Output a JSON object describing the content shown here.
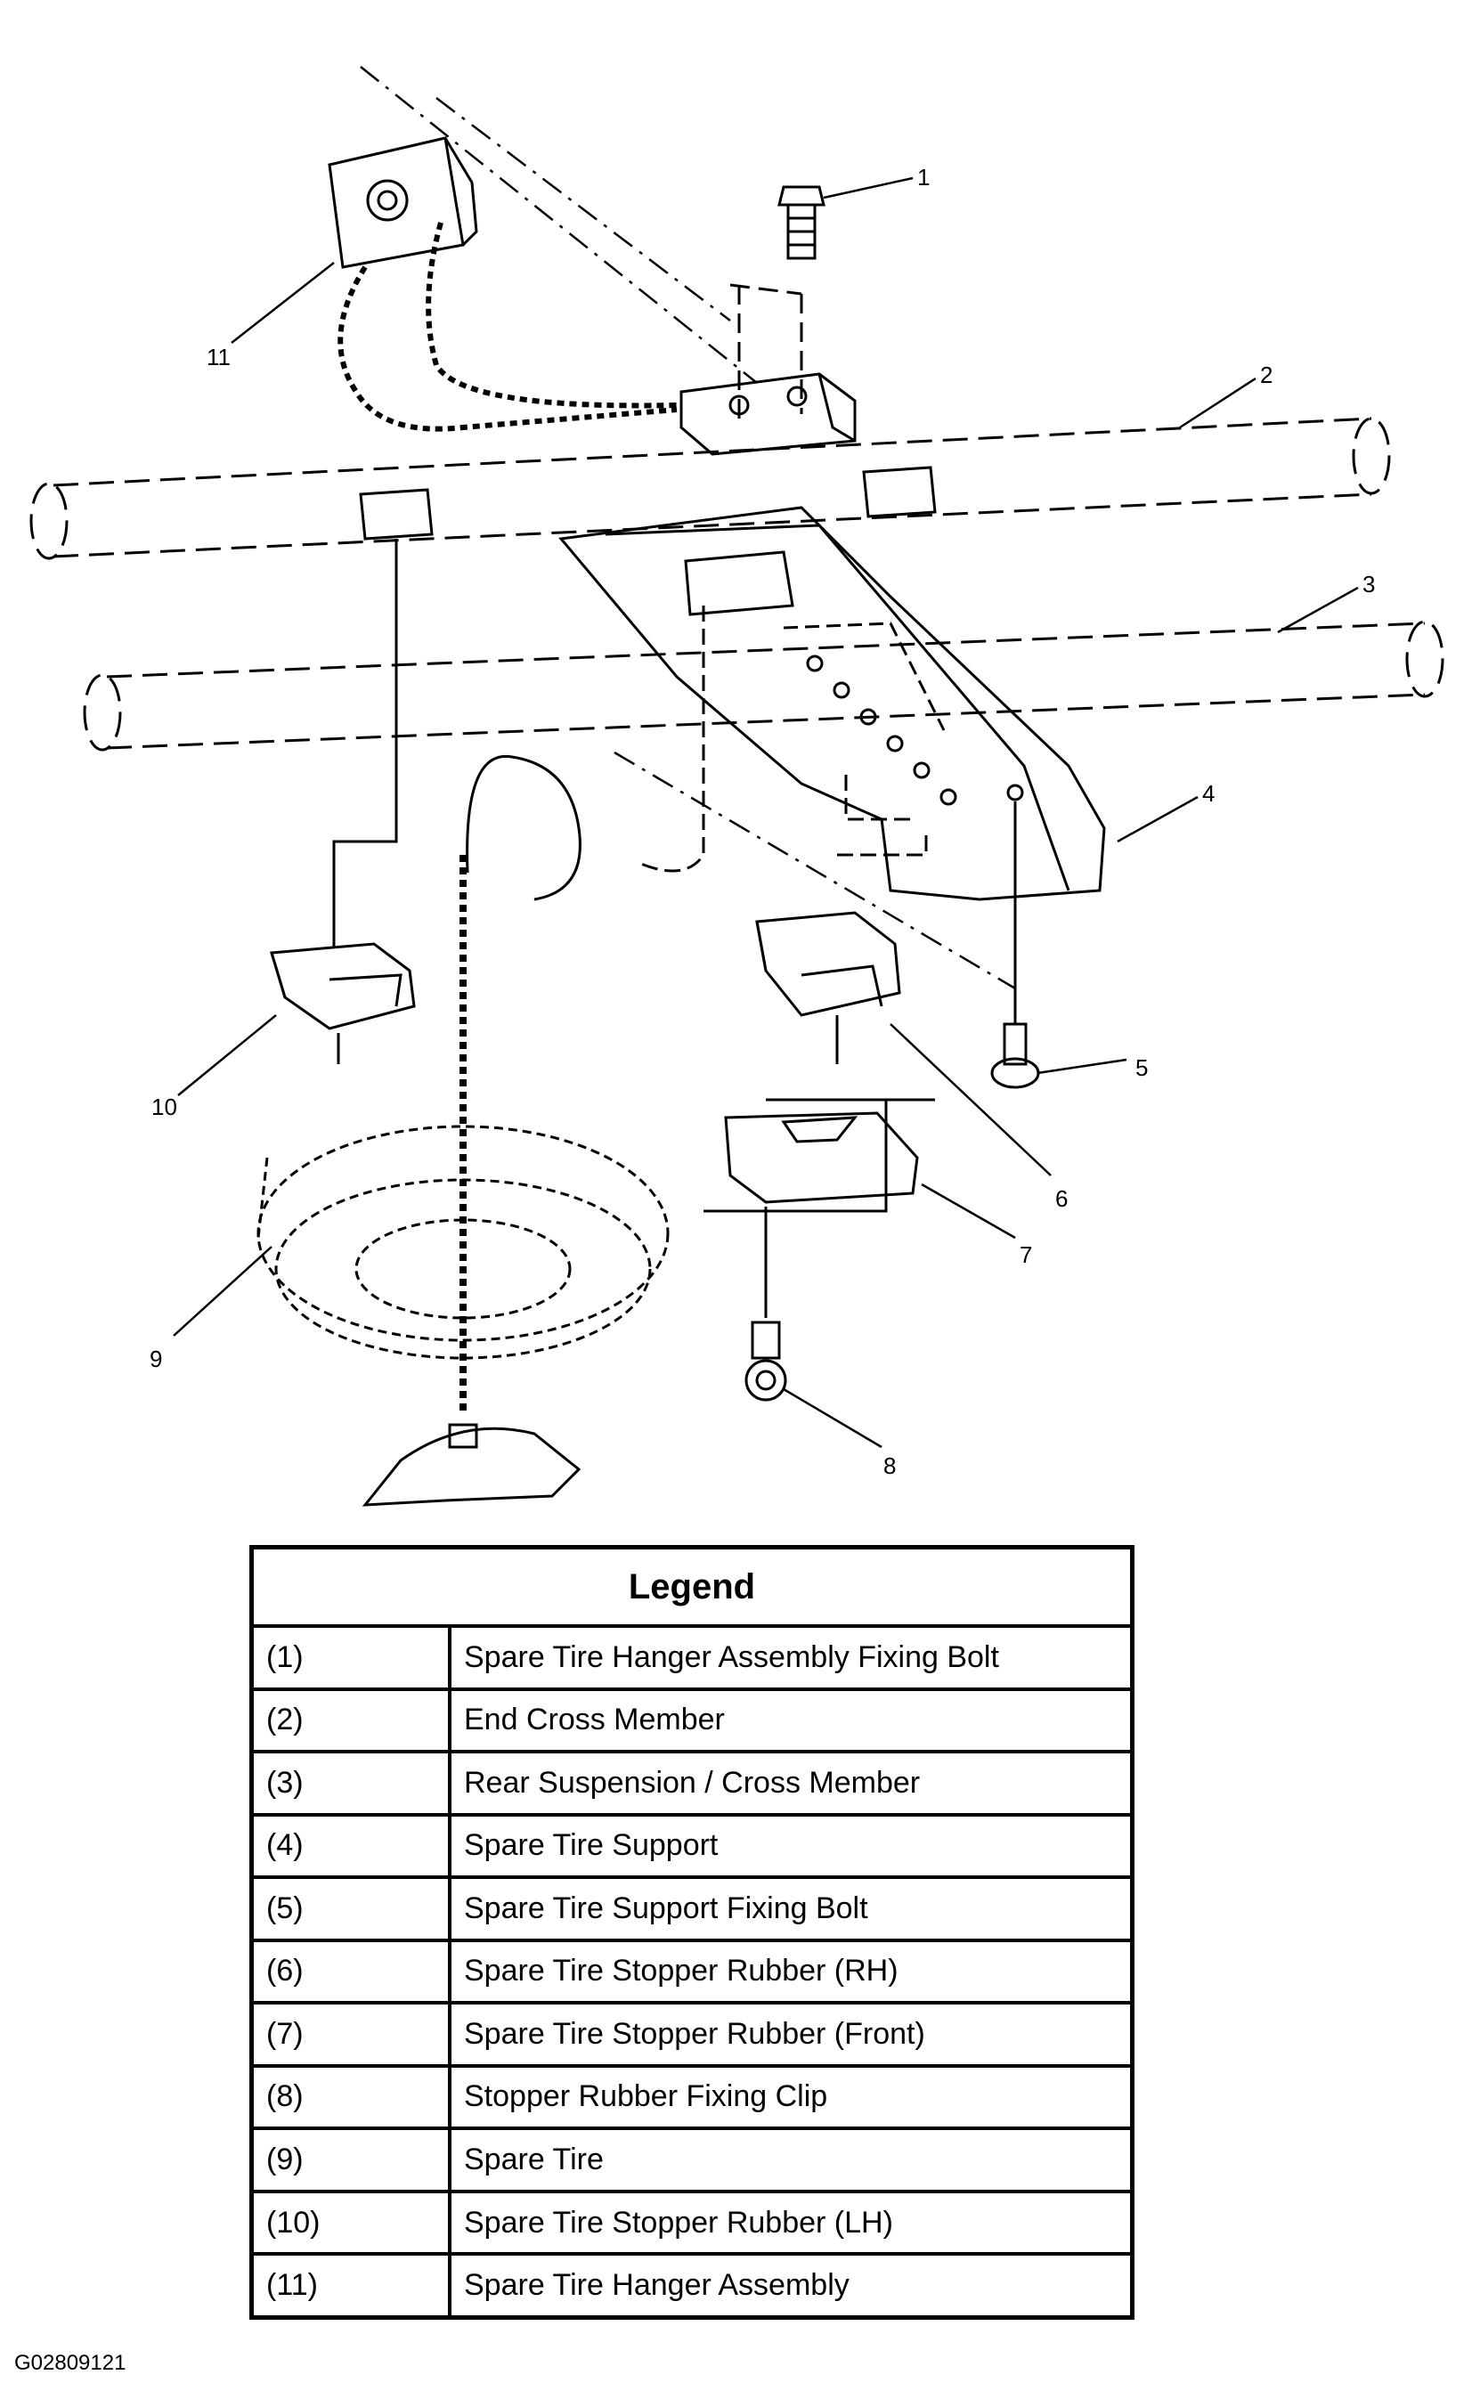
{
  "callouts": [
    "1",
    "2",
    "3",
    "4",
    "5",
    "6",
    "7",
    "8",
    "9",
    "10",
    "11"
  ],
  "legend": {
    "title": "Legend",
    "rows": [
      {
        "num": "(1)",
        "desc": "Spare Tire Hanger Assembly Fixing Bolt"
      },
      {
        "num": "(2)",
        "desc": "End Cross Member"
      },
      {
        "num": "(3)",
        "desc": "Rear Suspension / Cross Member"
      },
      {
        "num": "(4)",
        "desc": "Spare Tire Support"
      },
      {
        "num": "(5)",
        "desc": "Spare Tire Support Fixing Bolt"
      },
      {
        "num": "(6)",
        "desc": "Spare Tire Stopper Rubber (RH)"
      },
      {
        "num": "(7)",
        "desc": "Spare Tire Stopper Rubber (Front)"
      },
      {
        "num": "(8)",
        "desc": "Stopper Rubber Fixing Clip"
      },
      {
        "num": "(9)",
        "desc": "Spare Tire"
      },
      {
        "num": "(10)",
        "desc": "Spare Tire Stopper Rubber (LH)"
      },
      {
        "num": "(11)",
        "desc": "Spare Tire Hanger Assembly"
      }
    ]
  },
  "figure_code": "G02809121"
}
